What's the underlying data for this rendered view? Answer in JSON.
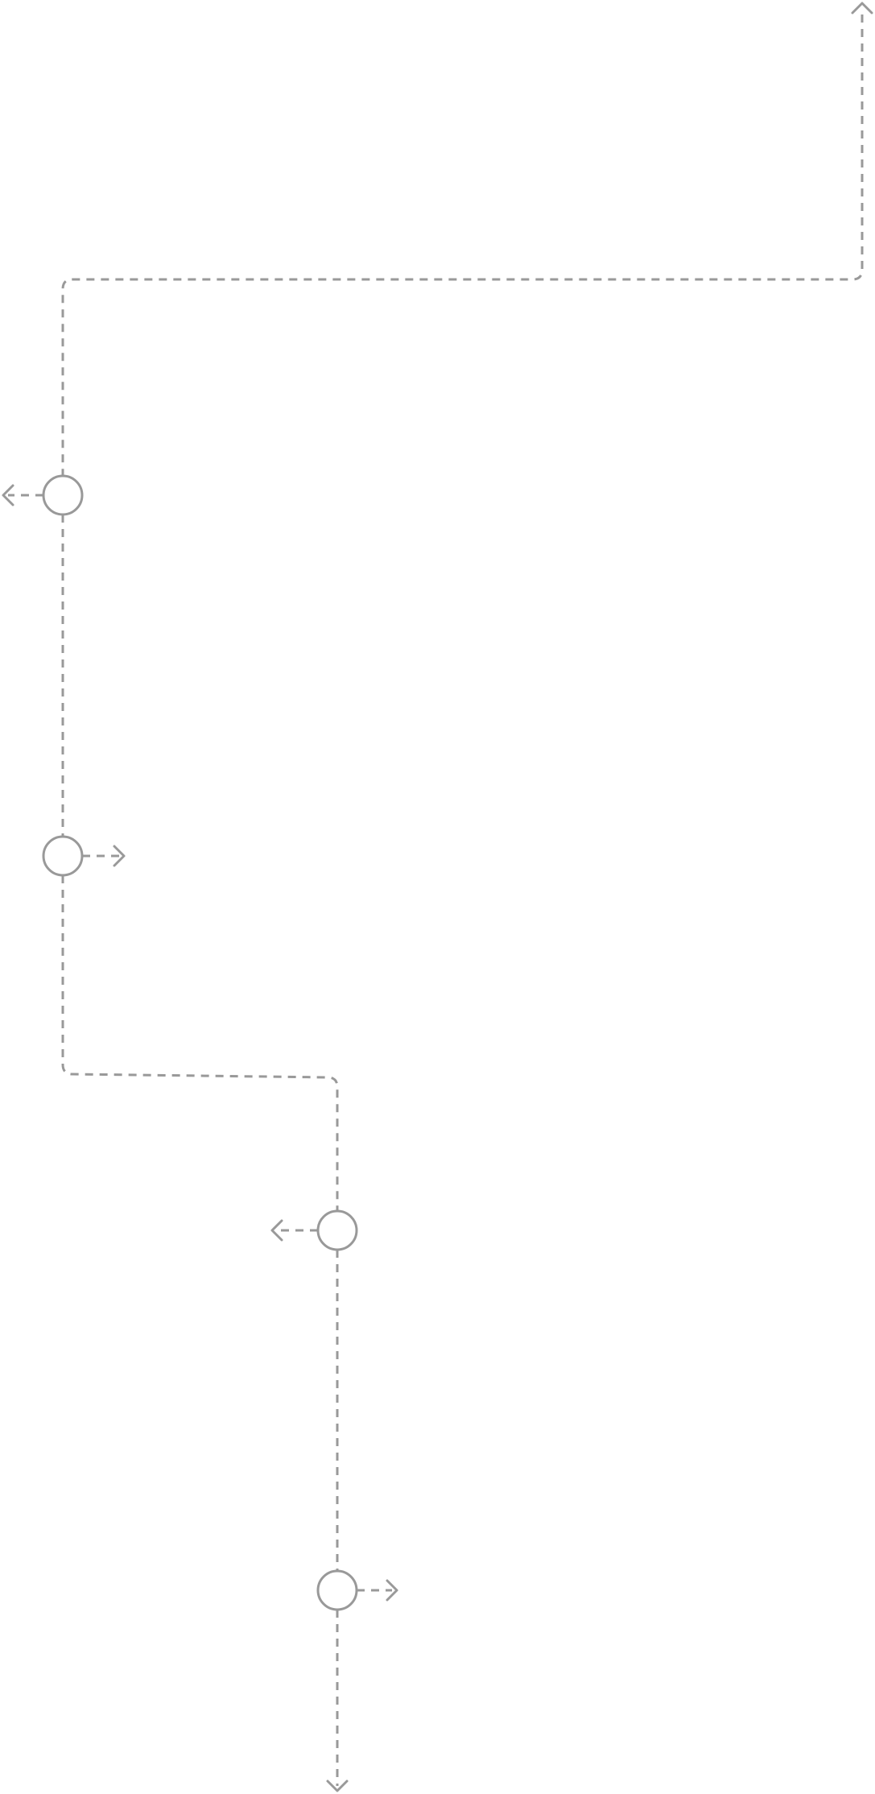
{
  "diagram": {
    "stroke_color": "#999999",
    "background_color": "#ffffff",
    "nodes": [
      {
        "name": "flow-node-1",
        "branch": "left"
      },
      {
        "name": "flow-node-2",
        "branch": "right"
      },
      {
        "name": "flow-node-3",
        "branch": "left"
      },
      {
        "name": "flow-node-4",
        "branch": "right"
      }
    ],
    "icons": [
      "chevron-up-icon",
      "chevron-left-icon",
      "chevron-right-icon",
      "chevron-down-icon"
    ]
  }
}
